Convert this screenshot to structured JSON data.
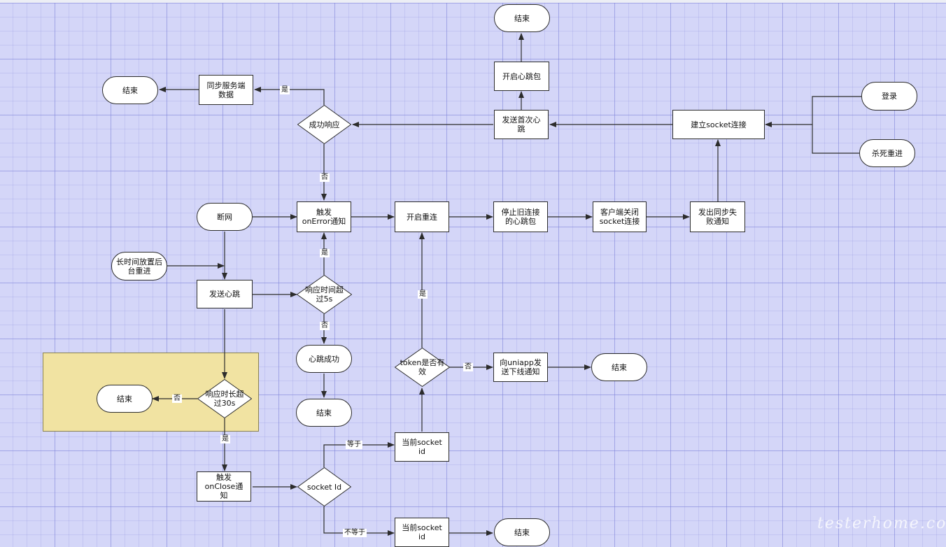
{
  "nodes": {
    "end_top": "结束",
    "heartbeat_pkg": "开启心跳包",
    "login": "登录",
    "kill_reenter": "杀死重进",
    "build_socket": "建立socket连接",
    "send_first_heartbeat": "发送首次心\n跳",
    "success_response": "成功响应",
    "sync_server_data": "同步服务端\n数据",
    "end_left_top": "结束",
    "trigger_onerror": "触发\nonError通知",
    "network_down": "断网",
    "start_reconnect": "开启重连",
    "stop_old_heartbeat": "停止旧连接\n的心跳包",
    "client_close_socket": "客户端关闭\nsocket连接",
    "send_sync_fail": "发出同步失\n败通知",
    "long_background": "长时间放置后\n台重进",
    "send_heartbeat": "发送心跳",
    "response_over_5s": "响应时间超\n过5s",
    "heartbeat_ok": "心跳成功",
    "end_mid": "结束",
    "token_valid": "token是否有\n效",
    "notify_offline": "向uniapp发\n送下线通知",
    "end_right_mid": "结束",
    "response_over_30s": "响应时长超\n过30s",
    "end_zone": "结束",
    "current_socket_equal": "当前socket\nid",
    "trigger_onclose": "触发\nonClose通\n知",
    "socket_id": "socket Id",
    "current_socket_notequal": "当前socket\nid",
    "end_bottom": "结束"
  },
  "labels": {
    "yes_sync": "是",
    "no_success": "否",
    "yes_5s": "是",
    "no_5s": "否",
    "yes_token": "是",
    "no_token": "否",
    "no_30s": "否",
    "yes_30s": "是",
    "equal": "等于",
    "not_equal": "不等于"
  },
  "watermark": "testerhome.com",
  "colors": {
    "canvas": "#d4d6f8",
    "highlight_zone": "#f1e3a2",
    "line": "#2c2c2c"
  }
}
